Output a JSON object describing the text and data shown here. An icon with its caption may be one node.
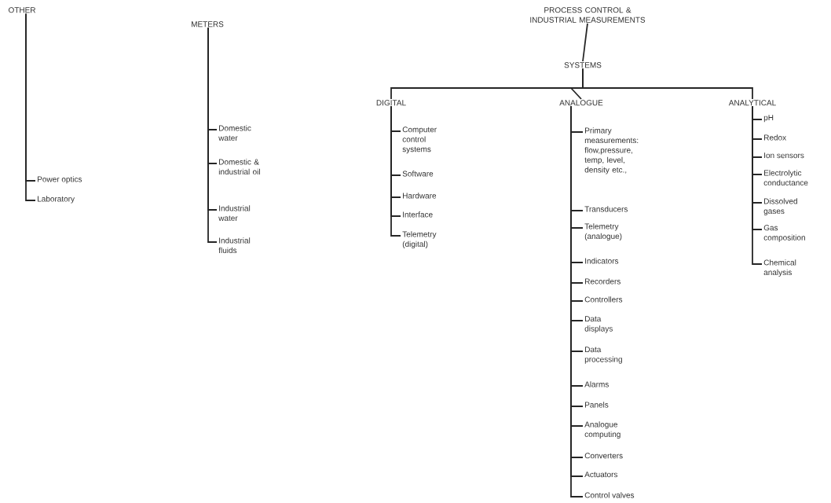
{
  "diagram": {
    "nodes": [
      {
        "text": [
          "PROCESS CONTROL & INDUSTRIAL MEASUREMENTS"
        ]
      },
      {
        "text": [
          "SYSTEMS"
        ]
      },
      {
        "text": [
          "DIGITAL"
        ]
      },
      {
        "text": [
          "ANALOGUE"
        ]
      },
      {
        "text": [
          "ANALYTICAL"
        ]
      },
      {
        "text": [
          "Computer control systems"
        ]
      },
      {
        "text": [
          "Software"
        ]
      },
      {
        "text": [
          "Hardware"
        ]
      },
      {
        "text": [
          "Interface"
        ]
      },
      {
        "text": [
          "Telemetry (digital)"
        ]
      },
      {
        "text": [
          "Primary measurements: flow,pressure, temp, level, density etc.,"
        ]
      },
      {
        "text": [
          "Transducers"
        ]
      },
      {
        "text": [
          "Telemetry (analogue)"
        ]
      },
      {
        "text": [
          "Indicators"
        ]
      },
      {
        "text": [
          "Recorders"
        ]
      },
      {
        "text": [
          "Controllers"
        ]
      },
      {
        "text": [
          "Data displays"
        ]
      },
      {
        "text": [
          "Data processing"
        ]
      },
      {
        "text": [
          "Alarms"
        ]
      },
      {
        "text": [
          "Panels"
        ]
      },
      {
        "text": [
          "Analogue computing"
        ]
      },
      {
        "text": [
          "Converters"
        ]
      },
      {
        "text": [
          "Actuators"
        ]
      },
      {
        "text": [
          "Control valves"
        ]
      },
      {
        "text": [
          "pH"
        ]
      },
      {
        "text": [
          "Redox"
        ]
      },
      {
        "text": [
          "Ion sensors"
        ]
      },
      {
        "text": [
          "Electrolytic conductance"
        ]
      },
      {
        "text": [
          "Dissolved gases"
        ]
      },
      {
        "text": [
          "Gas composition"
        ]
      },
      {
        "text": [
          "Chemical analysis"
        ]
      },
      {
        "text": [
          "OTHER"
        ]
      },
      {
        "text": [
          "Power optics"
        ]
      },
      {
        "text": [
          "Laboratory"
        ]
      },
      {
        "text": [
          "METERS"
        ]
      },
      {
        "text": [
          "Domestic water"
        ]
      },
      {
        "text": [
          "Domestic & industrial oil"
        ]
      },
      {
        "text": [
          "Industrial water"
        ]
      },
      {
        "text": [
          "Industrial fluids"
        ]
      }
    ],
    "edges": [
      {
        "from": 0,
        "to": 1,
        "arrow": "none"
      },
      {
        "from": 1,
        "to": 2,
        "arrow": "none"
      },
      {
        "from": 1,
        "to": 3,
        "arrow": "none"
      },
      {
        "from": 1,
        "to": 4,
        "arrow": "none"
      },
      {
        "from": 2,
        "to": 5,
        "arrow": "none"
      },
      {
        "from": 2,
        "to": 6,
        "arrow": "none"
      },
      {
        "from": 2,
        "to": 7,
        "arrow": "none"
      },
      {
        "from": 2,
        "to": 8,
        "arrow": "none"
      },
      {
        "from": 2,
        "to": 9,
        "arrow": "none"
      },
      {
        "from": 3,
        "to": 10,
        "arrow": "none"
      },
      {
        "from": 3,
        "to": 11,
        "arrow": "none"
      },
      {
        "from": 3,
        "to": 12,
        "arrow": "none"
      },
      {
        "from": 3,
        "to": 13,
        "arrow": "none"
      },
      {
        "from": 3,
        "to": 14,
        "arrow": "none"
      },
      {
        "from": 3,
        "to": 15,
        "arrow": "none"
      },
      {
        "from": 3,
        "to": 16,
        "arrow": "none"
      },
      {
        "from": 3,
        "to": 17,
        "arrow": "none"
      },
      {
        "from": 3,
        "to": 18,
        "arrow": "none"
      },
      {
        "from": 3,
        "to": 19,
        "arrow": "none"
      },
      {
        "from": 3,
        "to": 20,
        "arrow": "none"
      },
      {
        "from": 3,
        "to": 21,
        "arrow": "none"
      },
      {
        "from": 3,
        "to": 22,
        "arrow": "none"
      },
      {
        "from": 3,
        "to": 23,
        "arrow": "none"
      },
      {
        "from": 4,
        "to": 24,
        "arrow": "none"
      },
      {
        "from": 4,
        "to": 25,
        "arrow": "none"
      },
      {
        "from": 4,
        "to": 26,
        "arrow": "none"
      },
      {
        "from": 4,
        "to": 27,
        "arrow": "none"
      },
      {
        "from": 4,
        "to": 28,
        "arrow": "none"
      },
      {
        "from": 4,
        "to": 29,
        "arrow": "none"
      },
      {
        "from": 4,
        "to": 30,
        "arrow": "none"
      },
      {
        "from": 31,
        "to": 32,
        "arrow": "none"
      },
      {
        "from": 31,
        "to": 33,
        "arrow": "none"
      },
      {
        "from": 34,
        "to": 35,
        "arrow": "none"
      },
      {
        "from": 34,
        "to": 36,
        "arrow": "none"
      },
      {
        "from": 34,
        "to": 37,
        "arrow": "none"
      },
      {
        "from": 34,
        "to": 38,
        "arrow": "none"
      }
    ]
  }
}
